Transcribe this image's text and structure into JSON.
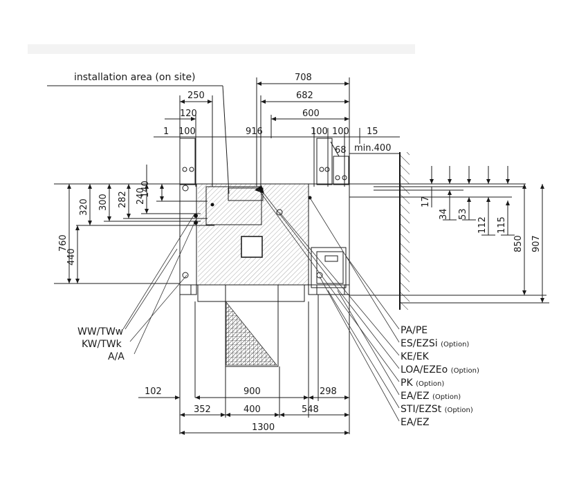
{
  "title": "installation area (on site)",
  "top_dims": {
    "d708": "708",
    "d682": "682",
    "d600": "600",
    "d250": "250",
    "d120": "120",
    "d1": "1",
    "d100a": "100",
    "d916": "916",
    "d100b": "100",
    "d100c": "100",
    "d15": "15",
    "d68": "68",
    "dmin400": "min.400"
  },
  "left_dims": {
    "d320": "320",
    "d300": "300",
    "d282": "282",
    "d240": "240",
    "d140": "140",
    "d760": "760",
    "d440": "440"
  },
  "right_dims": {
    "d17": "17",
    "d34": "34",
    "d53": "53",
    "d112": "112",
    "d115": "115",
    "d850": "850",
    "d907": "907"
  },
  "bottom_dims": {
    "d102": "102",
    "d900": "900",
    "d298": "298",
    "d352": "352",
    "d400": "400",
    "d548": "548",
    "d1300": "1300"
  },
  "left_labels": [
    "WW/TWw",
    "KW/TWk",
    "A/A"
  ],
  "right_labels": [
    {
      "main": "PA/PE",
      "opt": ""
    },
    {
      "main": "ES/EZSi",
      "opt": "(Option)"
    },
    {
      "main": "KE/EK",
      "opt": ""
    },
    {
      "main": "LOA/EZEo",
      "opt": "(Option)"
    },
    {
      "main": "PK",
      "opt": "(Option)"
    },
    {
      "main": "EA/EZ",
      "opt": "(Option)"
    },
    {
      "main": "STI/EZSt",
      "opt": "(Option)"
    },
    {
      "main": "EA/EZ",
      "opt": ""
    }
  ]
}
